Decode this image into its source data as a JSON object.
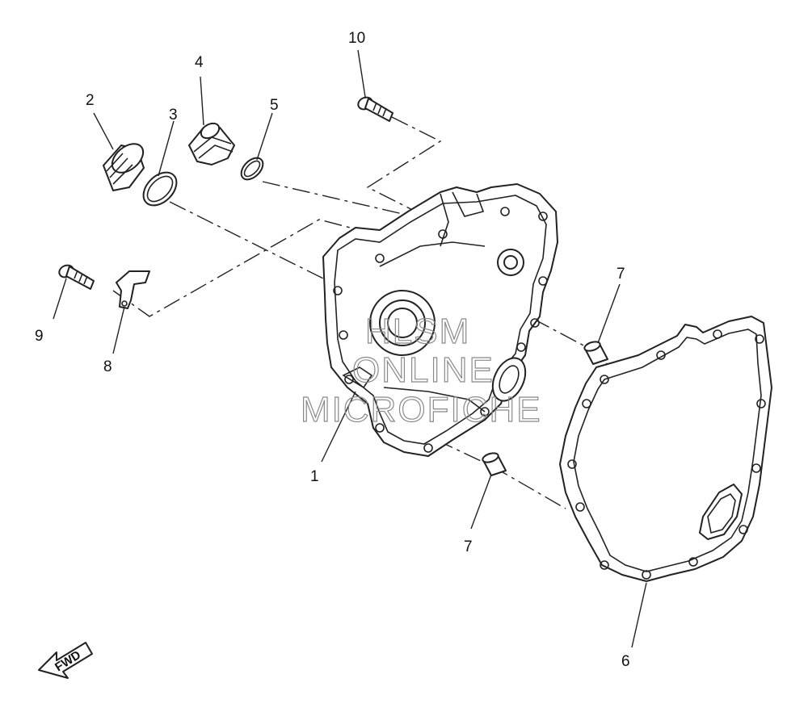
{
  "callouts": {
    "c1": "1",
    "c2": "2",
    "c3": "3",
    "c4": "4",
    "c5": "5",
    "c6": "6",
    "c7a": "7",
    "c7b": "7",
    "c8": "8",
    "c9": "9",
    "c10": "10"
  },
  "watermark": {
    "line1": "HLSM",
    "line2": "ONLINE",
    "line3": "MICROFICHE"
  },
  "fwd_label": "FWD"
}
